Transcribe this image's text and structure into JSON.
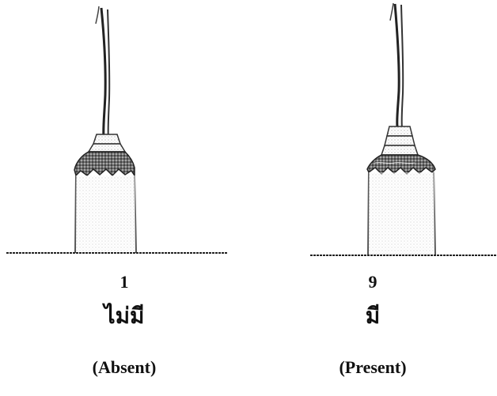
{
  "panels": [
    {
      "number": "1",
      "label_thai": "ไม่มี",
      "label_english": "(Absent)"
    },
    {
      "number": "9",
      "label_thai": "มี",
      "label_english": "(Present)"
    }
  ]
}
